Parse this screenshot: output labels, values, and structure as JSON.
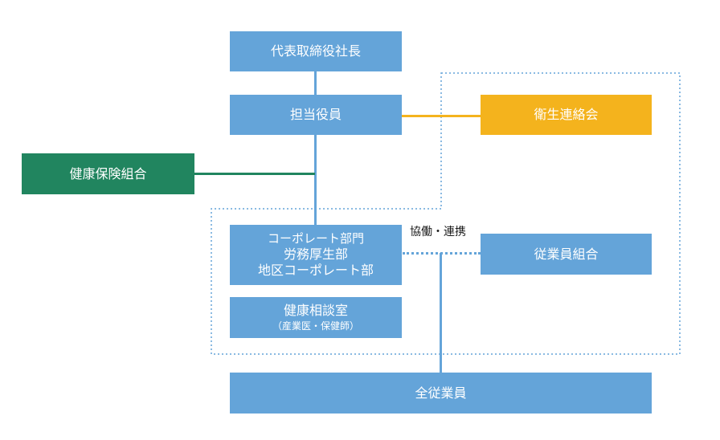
{
  "nodes": {
    "president": "代表取締役社長",
    "officer": "担当役員",
    "health_committee": "衛生連絡会",
    "health_insurance": "健康保険組合",
    "corporate": {
      "line1": "コーポレート部門",
      "line2": "労務厚生部",
      "line3": "地区コーポレート部"
    },
    "health_office": {
      "title": "健康相談室",
      "subtitle": "（産業医・保健師）"
    },
    "union": "従業員組合",
    "all_employees": "全従業員"
  },
  "edge_labels": {
    "collaboration": "協働・連携"
  },
  "colors": {
    "blue": "#64a4d9",
    "gold": "#f4b31d",
    "green": "#21855f",
    "dotted_border": "#64a4d9"
  }
}
